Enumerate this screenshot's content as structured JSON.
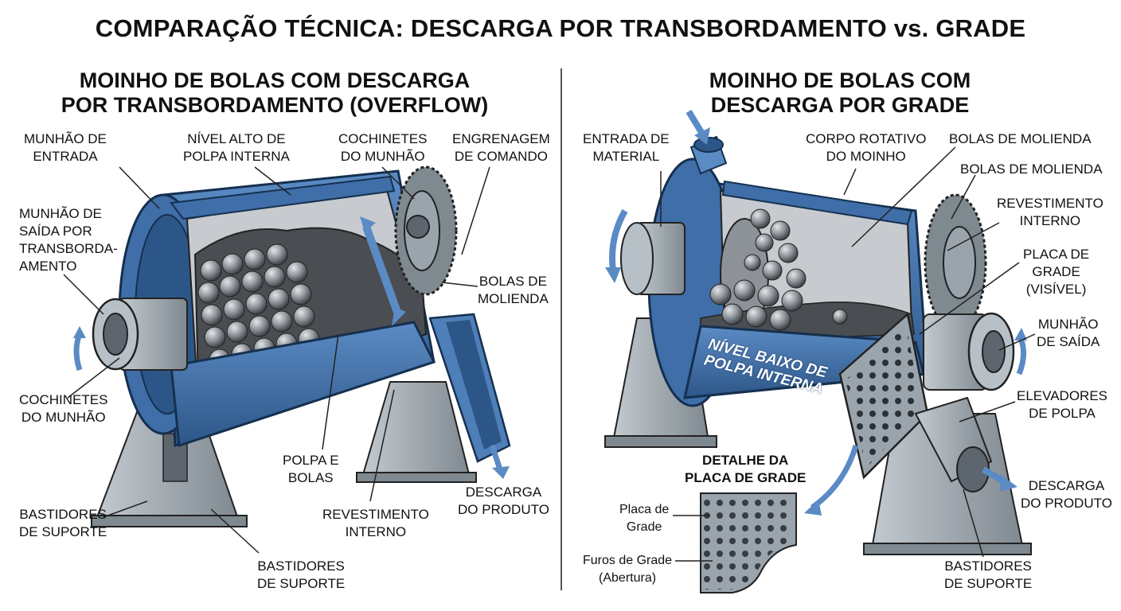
{
  "title": "COMPARAÇÃO TÉCNICA: DESCARGA POR TRANSBORDAMENTO vs. GRADE",
  "left": {
    "heading_line1": "MOINHO DE BOLAS COM DESCARGA",
    "heading_line2": "POR TRANSBORDAMENTO (OVERFLOW)",
    "labels": {
      "inlet_trunnion": [
        "MUNHÃO DE",
        "ENTRADA"
      ],
      "high_pulp": [
        "NÍVEL ALTO DE",
        "POLPA INTERNA"
      ],
      "trunnion_bearings_top": [
        "COCHINETES",
        "DO MUNHÃO"
      ],
      "drive_gear": [
        "ENGRENAGEM",
        "DE COMANDO"
      ],
      "overflow_trunnion": [
        "MUNHÃO DE",
        "SAÍDA POR",
        "TRANSBORDA-",
        "AMENTO"
      ],
      "balls": [
        "BOLAS DE",
        "MOLIENDA"
      ],
      "trunnion_bearings_bottom": [
        "COCHINETES",
        "DO MUNHÃO"
      ],
      "pulp_balls": [
        "POLPA E",
        "BOLAS"
      ],
      "discharge": [
        "DESCARGA",
        "DO PRODUTO"
      ],
      "liner": [
        "REVESTIMENTO",
        "INTERNO"
      ],
      "supports_left": [
        "BASTIDORES",
        "DE SUPORTE"
      ],
      "supports_center": [
        "BASTIDORES",
        "DE SUPORTE"
      ]
    }
  },
  "right": {
    "heading_line1": "MOINHO DE BOLAS COM",
    "heading_line2": "DESCARGA POR GRADE",
    "labels": {
      "material_inlet": [
        "ENTRADA DE",
        "MATERIAL"
      ],
      "mill_body": [
        "CORPO ROTATIVO",
        "DO MOINHO"
      ],
      "balls_top": [
        "BOLAS DE MOLIENDA"
      ],
      "balls_second": [
        "BOLAS DE MOLIENDA"
      ],
      "liner": [
        "REVESTIMENTO",
        "INTERNO"
      ],
      "grate_plate": [
        "PLACA DE",
        "GRADE",
        "(VISÍVEL)"
      ],
      "outlet_trunnion": [
        "MUNHÃO",
        "DE SAÍDA"
      ],
      "pulp_lifters": [
        "ELEVADORES",
        "DE POLPA"
      ],
      "discharge": [
        "DESCARGA",
        "DO PRODUTO"
      ],
      "supports": [
        "BASTIDORES",
        "DE SUPORTE"
      ],
      "low_pulp": [
        "NÍVEL BAIXO DE",
        "POLPA INTERNA"
      ]
    },
    "detail": {
      "heading": [
        "DETALHE DA",
        "PLACA DE GRADE"
      ],
      "plate_label": [
        "Placa de",
        "Grade"
      ],
      "holes_label": [
        "Furos de Grade",
        "(Abertura)"
      ]
    }
  },
  "colors": {
    "shell_blue": "#3f6ea8",
    "shell_dark": "#24486f",
    "steel_gray": "#9aa4ad",
    "steel_dark": "#5d666e",
    "pulp": "#4a4d52",
    "ball": "#8d9298"
  }
}
